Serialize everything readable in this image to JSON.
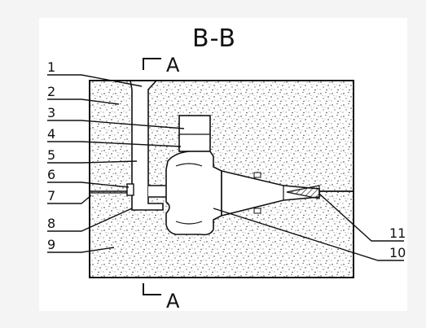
{
  "title": "B-B",
  "section_top": "A",
  "section_bottom": "A",
  "callouts": [
    {
      "id": "1",
      "label": "1"
    },
    {
      "id": "2",
      "label": "2"
    },
    {
      "id": "3",
      "label": "3"
    },
    {
      "id": "4",
      "label": "4"
    },
    {
      "id": "5",
      "label": "5"
    },
    {
      "id": "6",
      "label": "6"
    },
    {
      "id": "7",
      "label": "7"
    },
    {
      "id": "8",
      "label": "8"
    },
    {
      "id": "9",
      "label": "9"
    },
    {
      "id": "10",
      "label": "10"
    },
    {
      "id": "11",
      "label": "11"
    }
  ],
  "colors": {
    "background": "#f4f4f4",
    "paper": "#ffffff",
    "ink": "#111111",
    "sand_dot": "#222222"
  }
}
